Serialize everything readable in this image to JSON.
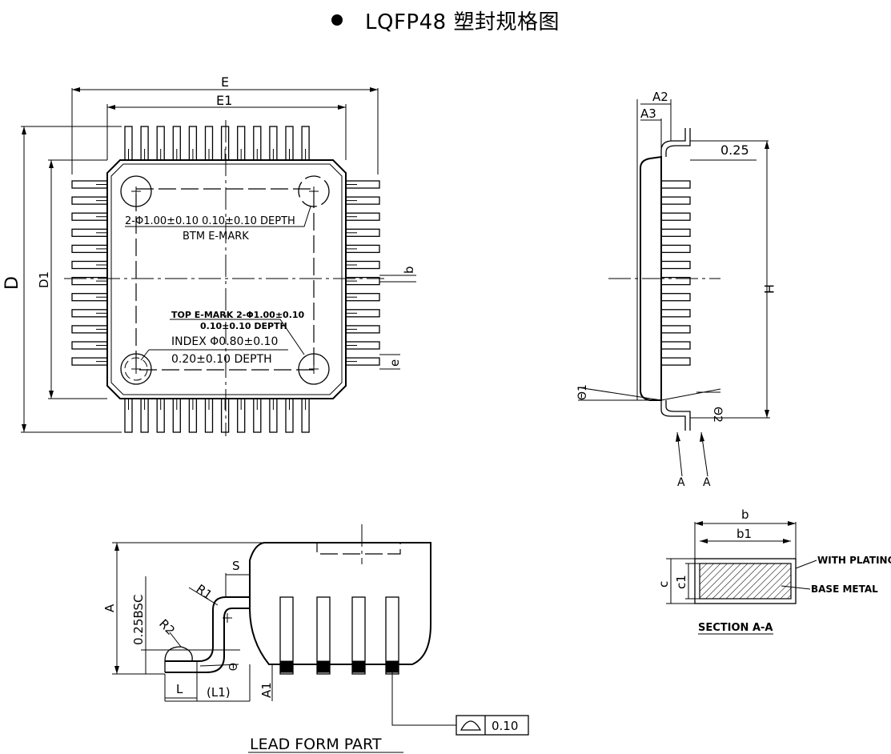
{
  "title": "LQFP48 塑封规格图",
  "top_view": {
    "dim_E": "E",
    "dim_E1": "E1",
    "dim_D": "D",
    "dim_D1": "D1",
    "dim_b": "b",
    "dim_e": "e",
    "note_btm_1": "2-Φ1.00±0.10 0.10±0.10 DEPTH",
    "note_btm_2": "BTM E-MARK",
    "note_top_1": "TOP E-MARK 2-Φ1.00±0.10",
    "note_top_2": "0.10±0.10 DEPTH",
    "note_index_1": "INDEX Φ0.80±0.10",
    "note_index_2": "0.20±0.10 DEPTH"
  },
  "side_view": {
    "dim_A2": "A2",
    "dim_A3": "A3",
    "dim_025": "0.25",
    "dim_H": "H",
    "dim_theta1": "Θ1",
    "dim_theta2": "Θ2",
    "section_A_left": "A",
    "section_A_right": "A"
  },
  "lead_form": {
    "dim_A": "A",
    "dim_025bsc": "0.25BSC",
    "dim_S": "S",
    "dim_R1": "R1",
    "dim_R2": "R2",
    "dim_L": "L",
    "dim_L1": "(L1)",
    "dim_A1": "A1",
    "dim_theta": "Θ",
    "tolerance_value": "0.10",
    "caption": "LEAD FORM PART"
  },
  "section": {
    "dim_b": "b",
    "dim_b1": "b1",
    "dim_c": "c",
    "dim_c1": "c1",
    "label_plating": "WITH PLATING",
    "label_base": "BASE METAL",
    "caption": "SECTION A-A"
  }
}
